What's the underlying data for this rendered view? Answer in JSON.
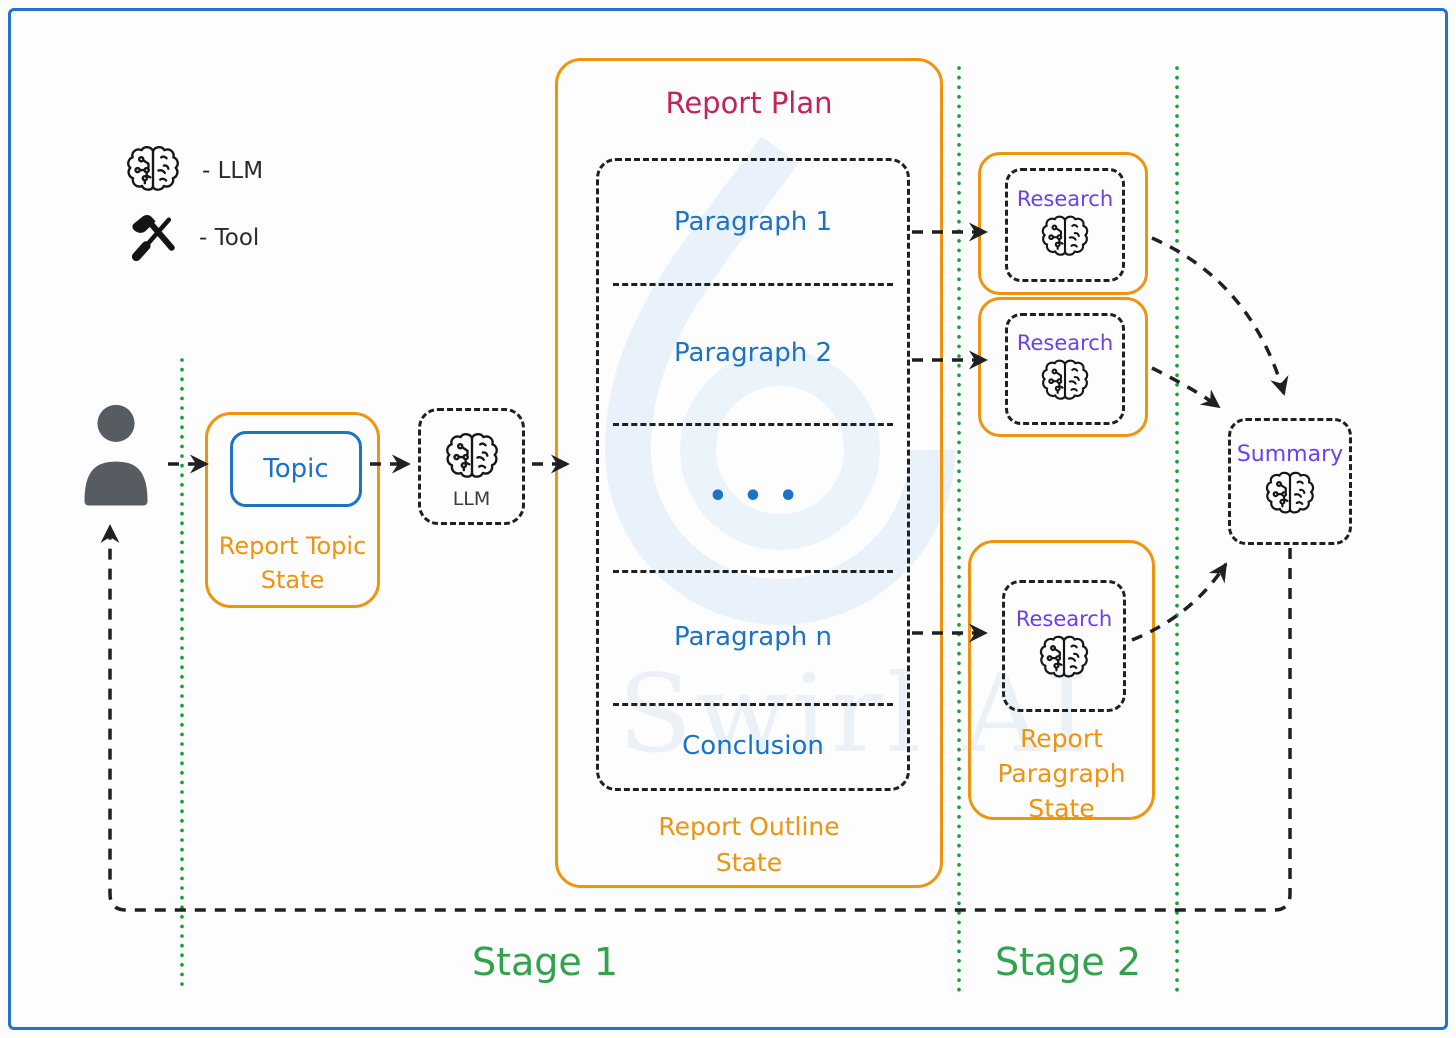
{
  "colors": {
    "accent_orange": "#F0930D",
    "accent_blue": "#1B72C7",
    "accent_crimson": "#C62159",
    "accent_purple": "#6A3FF3",
    "accent_green_text": "#2FA44C",
    "accent_green_dots": "#14A32F",
    "connector_black": "#1E2022",
    "frame_blue": "#2273CE",
    "person_gray": "#565C62"
  },
  "legend": {
    "items": [
      {
        "icon": "brain-icon",
        "label": "- LLM"
      },
      {
        "icon": "tool-icon",
        "label": "- Tool"
      }
    ]
  },
  "report_topic_state": {
    "topic_label": "Topic",
    "state_label": "Report Topic State"
  },
  "llm_node": {
    "label": "LLM"
  },
  "report_plan": {
    "title": "Report Plan",
    "sections": [
      "Paragraph 1",
      "Paragraph 2",
      "•••",
      "Paragraph n",
      "Conclusion"
    ],
    "state_label": "Report Outline State"
  },
  "research_nodes": [
    {
      "label": "Research"
    },
    {
      "label": "Research"
    },
    {
      "label": "Research",
      "state_label": "Report Paragraph State"
    }
  ],
  "summary_node": {
    "label": "Summary"
  },
  "stages": [
    {
      "label": "Stage 1"
    },
    {
      "label": "Stage 2"
    }
  ],
  "watermark": {
    "text": "Swirl AI"
  }
}
